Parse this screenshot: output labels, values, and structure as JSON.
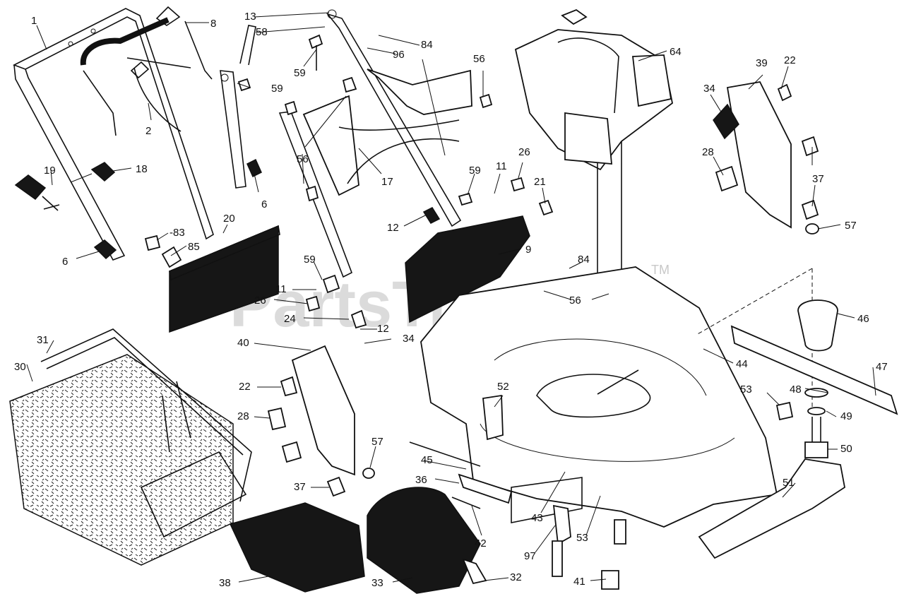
{
  "watermark": {
    "text": "PartsTree",
    "tm": "TM"
  },
  "callouts": {
    "c1": "1",
    "c2": "2",
    "c8": "8",
    "c13": "13",
    "c58": "58",
    "c59a": "59",
    "c59b": "59",
    "c59c": "59",
    "c59d": "59",
    "c84a": "84",
    "c84b": "84",
    "c96": "96",
    "c56a": "56",
    "c56b": "56",
    "c56c": "56",
    "c64": "64",
    "c39": "39",
    "c22a": "22",
    "c22b": "22",
    "c34a": "34",
    "c34b": "34",
    "c28a": "28",
    "c28b": "28",
    "c37a": "37",
    "c37b": "37",
    "c57a": "57",
    "c57b": "57",
    "c19": "19",
    "c18": "18",
    "c6a": "6",
    "c6b": "6",
    "c17": "17",
    "c11a": "11",
    "c11b": "11",
    "c26a": "26",
    "c26b": "26",
    "c21": "21",
    "c12a": "12",
    "c12b": "12",
    "c83": "-83",
    "c85": "85",
    "c20": "20",
    "c9": "9",
    "c24": "24",
    "c40": "40",
    "c46": "46",
    "c44": "44",
    "c47": "47",
    "c48": "48",
    "c49": "49",
    "c50": "50",
    "c53a": "53",
    "c53b": "53",
    "c52": "52",
    "c51": "51",
    "c31": "31",
    "c30": "30",
    "c45": "45",
    "c36": "36",
    "c42": "42",
    "c43": "43",
    "c97": "97",
    "c41": "41",
    "c38": "38",
    "c33": "33",
    "c32": "32"
  }
}
